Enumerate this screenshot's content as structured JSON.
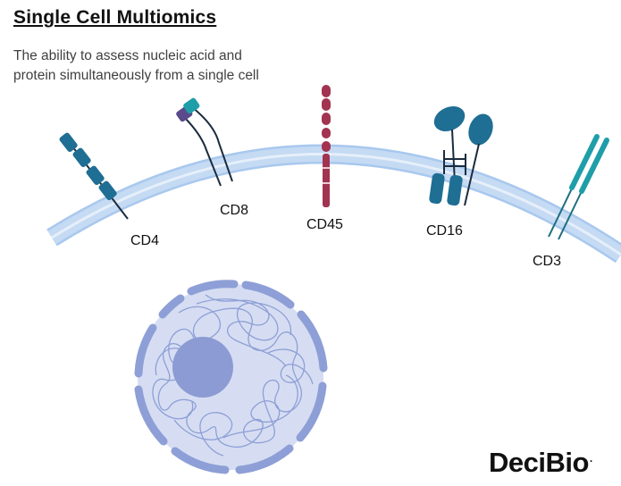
{
  "header": {
    "title": "Single Cell Multiomics",
    "subtitle": "The ability to assess nucleic acid and protein simultaneously from a single cell"
  },
  "markers": [
    {
      "label": "CD4"
    },
    {
      "label": "CD8"
    },
    {
      "label": "CD45"
    },
    {
      "label": "CD16"
    },
    {
      "label": "CD3"
    }
  ],
  "brand": {
    "name": "DeciBio",
    "suffix": "."
  },
  "colors": {
    "membrane": "#c5daf3",
    "membrane_edge": "#a8c8ee",
    "receptor_blue": "#1f6e94",
    "receptor_teal": "#1e9ea8",
    "cd8_purple": "#5a4a8c",
    "cd45_red": "#a23450",
    "stalk": "#1b2c3d",
    "nucleus_fill": "#d6ddf2",
    "nucleus_envelope": "#8d9fd6",
    "nucleolus": "#8c9bd3",
    "chromatin": "#8d9fd6"
  }
}
